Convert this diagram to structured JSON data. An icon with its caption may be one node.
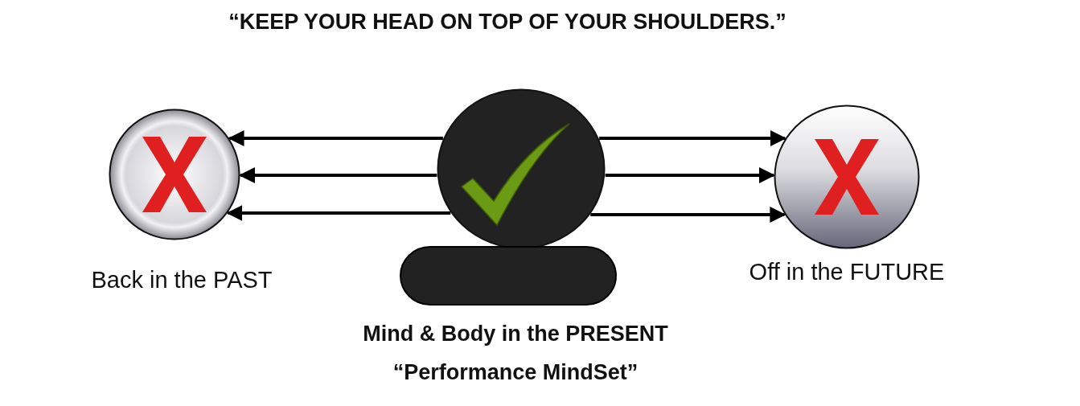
{
  "diagram": {
    "title": "“KEEP YOUR HEAD ON TOP OF YOUR SHOULDERS.”",
    "nodes": [
      {
        "text": [],
        "shape": "circle",
        "beside": [
          "Back in the PAST"
        ]
      },
      {
        "text": [],
        "shape": "circle"
      },
      {
        "text": [],
        "shape": "bar",
        "beside": [
          "Mind & Body in the PRESENT",
          "“Performance MindSet”"
        ]
      },
      {
        "text": [],
        "shape": "circle",
        "beside": [
          "Off in the FUTURE"
        ]
      }
    ],
    "edges": [
      {
        "from": 1,
        "to": 0,
        "arrow": "to"
      },
      {
        "from": 1,
        "to": 0,
        "arrow": "to"
      },
      {
        "from": 1,
        "to": 0,
        "arrow": "to"
      },
      {
        "from": 1,
        "to": 3,
        "arrow": "to"
      },
      {
        "from": 1,
        "to": 3,
        "arrow": "to"
      },
      {
        "from": 1,
        "to": 3,
        "arrow": "to"
      }
    ]
  }
}
